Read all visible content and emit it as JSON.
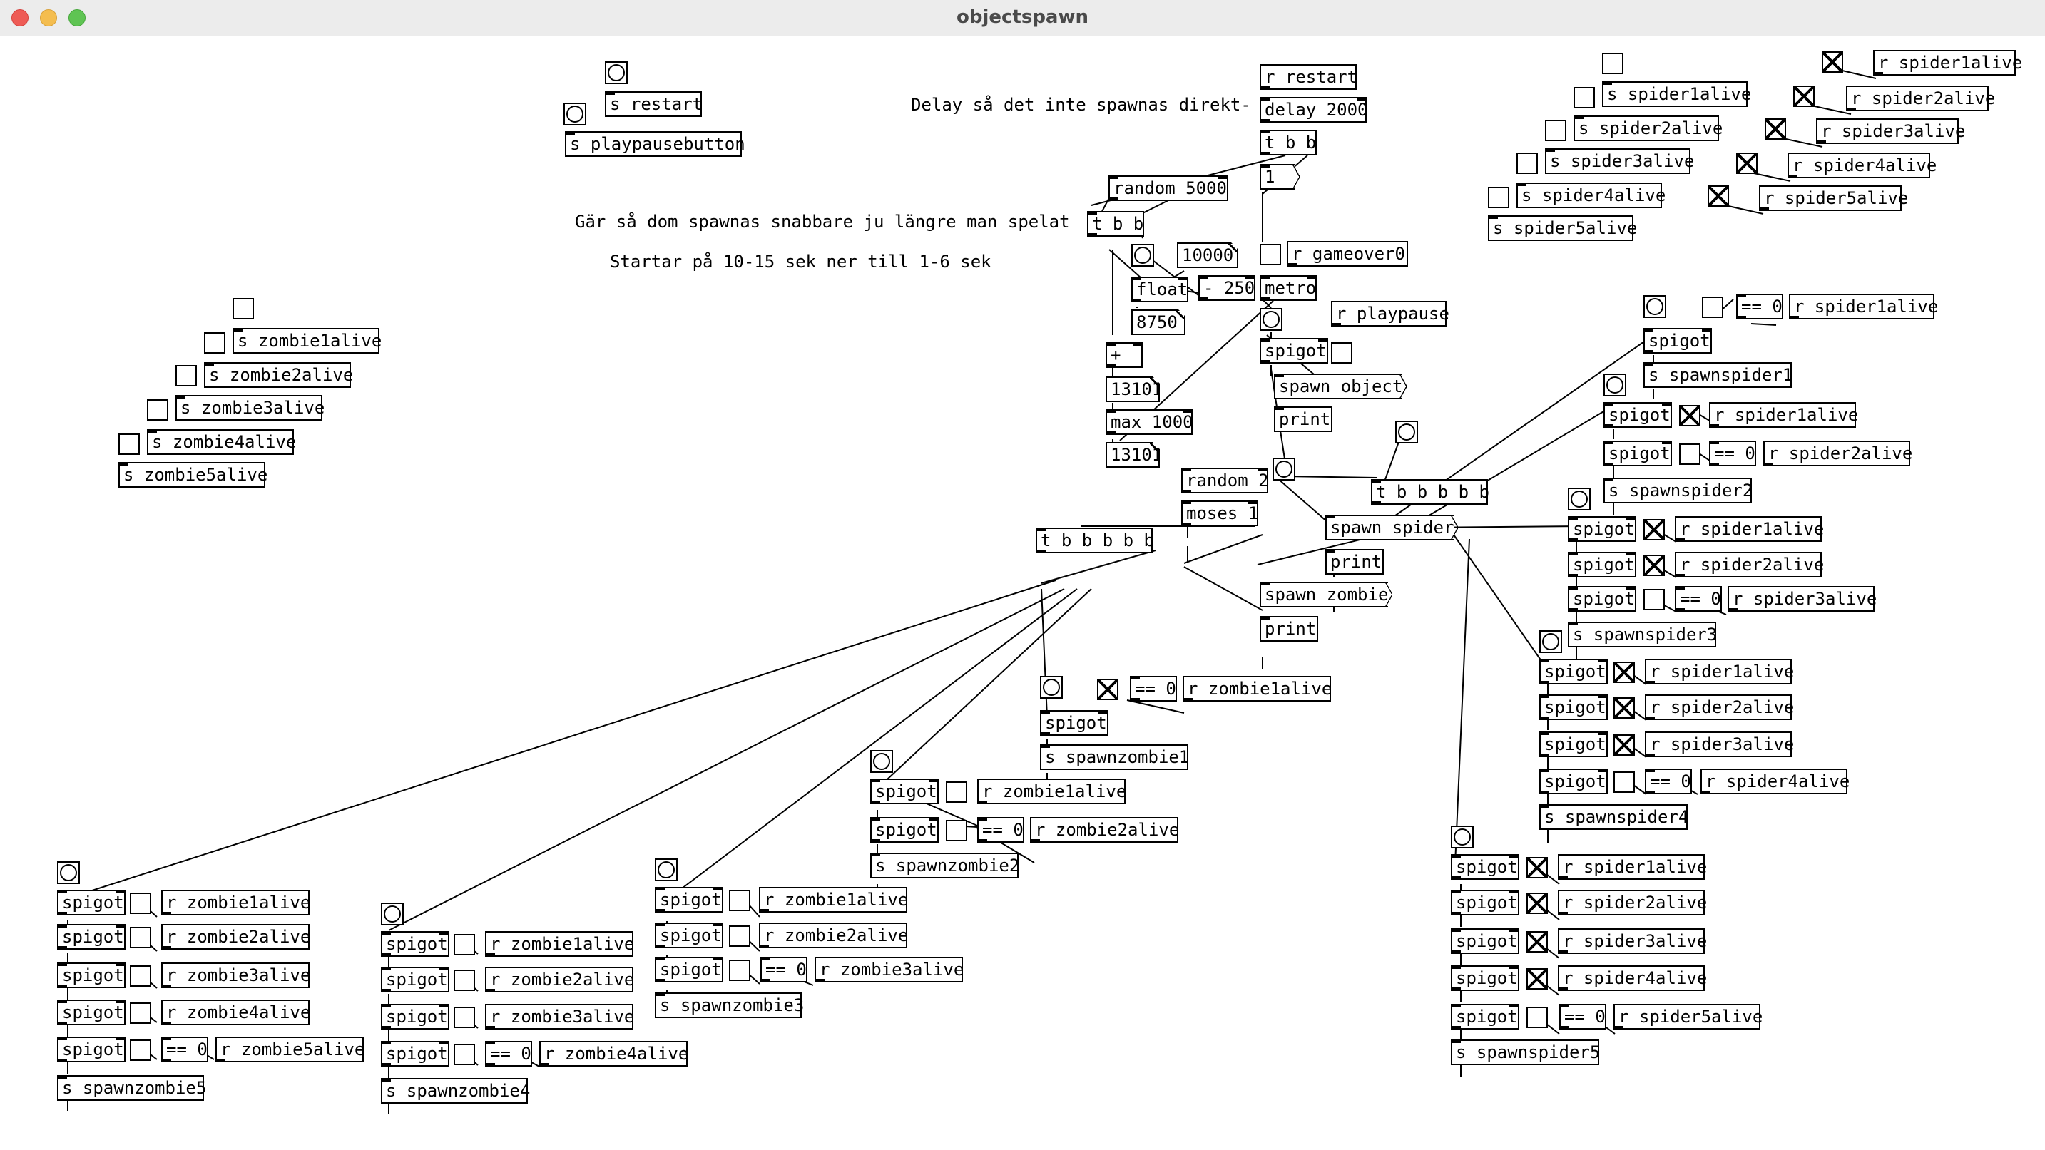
{
  "window": {
    "title": "objectspawn",
    "controls": {
      "close_color": "#ee5b55",
      "minimize_color": "#f4bd4f",
      "zoom_color": "#5fc453"
    }
  },
  "comments": {
    "delay_note": "Delay så det inte spawnas direkt-",
    "speed_note": "Gär så dom spawnas snabbare ju längre man spelat",
    "range_note": "Startar på 10-15 sek ner till 1-6 sek"
  },
  "objects": {
    "s_restart": "s restart",
    "s_playpausebutton": "s playpausebutton",
    "r_restart": "r restart",
    "delay_2000": "delay 2000",
    "t_b_b_top": "t b b",
    "random_5000": "random 5000",
    "t_b_b_left": "t b b",
    "r_gameover0": "r gameover0",
    "float": "float",
    "minus_250": "- 250",
    "metro": "metro",
    "r_playpause": "r playpause",
    "spigot_main": "spigot",
    "plus": "+",
    "max_1000": "max 1000",
    "print_obj": "print",
    "random_2": "random 2",
    "moses_1": "moses 1",
    "t_bbbbb_left": "t b b b b b",
    "t_bbbbb_right": "t b b b b b",
    "print_spider": "print",
    "print_zombie": "print",
    "s_zombie1alive": "s zombie1alive",
    "s_zombie2alive": "s zombie2alive",
    "s_zombie3alive": "s zombie3alive",
    "s_zombie4alive": "s zombie4alive",
    "s_zombie5alive": "s zombie5alive",
    "s_spider1alive": "s spider1alive",
    "s_spider2alive": "s spider2alive",
    "s_spider3alive": "s spider3alive",
    "s_spider4alive": "s spider4alive",
    "s_spider5alive": "s spider5alive",
    "r_spider1alive_top": "r spider1alive",
    "r_spider2alive_top": "r spider2alive",
    "r_spider3alive_top": "r spider3alive",
    "r_spider4alive_top": "r spider4alive",
    "r_spider5alive_top": "r spider5alive",
    "spigot": "spigot",
    "eq0": "== 0",
    "r_zombie1alive": "r zombie1alive",
    "r_zombie2alive": "r zombie2alive",
    "r_zombie3alive": "r zombie3alive",
    "r_zombie4alive": "r zombie4alive",
    "r_zombie5alive": "r zombie5alive",
    "r_spider1alive": "r spider1alive",
    "r_spider2alive": "r spider2alive",
    "r_spider3alive": "r spider3alive",
    "r_spider4alive": "r spider4alive",
    "r_spider5alive": "r spider5alive",
    "s_spawnzombie1": "s spawnzombie1",
    "s_spawnzombie2": "s spawnzombie2",
    "s_spawnzombie3": "s spawnzombie3",
    "s_spawnzombie4": "s spawnzombie4",
    "s_spawnzombie5": "s spawnzombie5",
    "s_spawnspider1": "s spawnspider1",
    "s_spawnspider2": "s spawnspider2",
    "s_spawnspider3": "s spawnspider3",
    "s_spawnspider4": "s spawnspider4",
    "s_spawnspider5": "s spawnspider5"
  },
  "messages": {
    "one": "1",
    "spawn_object": "spawn object",
    "spawn_spider": "spawn spider",
    "spawn_zombie": "spawn zombie"
  },
  "numbers": {
    "n10000": "10000",
    "n8750": "8750",
    "n13101a": "13101",
    "n13101b": "13101"
  }
}
